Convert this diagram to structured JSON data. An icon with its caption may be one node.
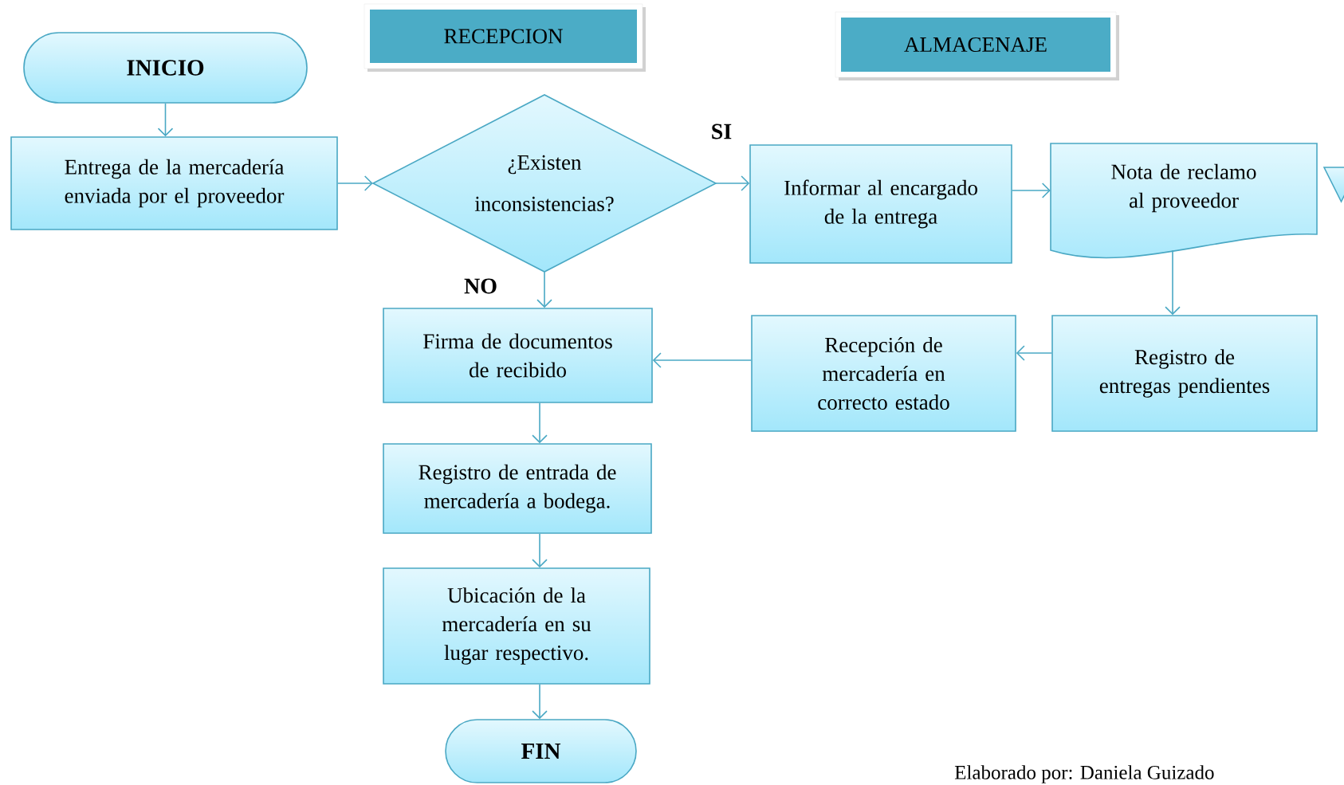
{
  "diagram": {
    "nodes": [
      {
        "text": [
          "INICIO"
        ]
      },
      {
        "text": [
          "RECEPCION"
        ]
      },
      {
        "text": [
          "ALMACENAJE"
        ]
      },
      {
        "text": [
          "Entrega de la mercadería enviada por el proveedor"
        ]
      },
      {
        "text": [
          "¿Existen inconsistencias?"
        ]
      },
      {
        "text": [
          "Informar al encargado de la entrega"
        ]
      },
      {
        "text": [
          "Nota de reclamo al proveedor"
        ]
      },
      {
        "text": [],
        "shape": "triangle"
      },
      {
        "text": [
          "Firma de documentos de recibido"
        ]
      },
      {
        "text": [
          "Recepción de mercadería en correcto estado"
        ]
      },
      {
        "text": [
          "Registro de entregas pendientes"
        ]
      },
      {
        "text": [
          "Registro de entrada de mercadería a bodega."
        ]
      },
      {
        "text": [
          "Ubicación de la mercadería en su lugar respectivo."
        ]
      },
      {
        "text": [
          "FIN"
        ]
      }
    ],
    "edges": [
      {
        "from": 0,
        "to": 3,
        "arrow": "to"
      },
      {
        "from": 3,
        "to": 4,
        "arrow": "to"
      },
      {
        "from": 4,
        "to": 5,
        "arrow": "to",
        "label": "SI"
      },
      {
        "from": 4,
        "to": 8,
        "arrow": "to",
        "label": "NO"
      },
      {
        "from": 5,
        "to": 6,
        "arrow": "to"
      },
      {
        "from": 6,
        "to": 10,
        "arrow": "to"
      },
      {
        "from": 10,
        "to": 9,
        "arrow": "to"
      },
      {
        "from": 9,
        "to": 8,
        "arrow": "to"
      },
      {
        "from": 8,
        "to": 11,
        "arrow": "to"
      },
      {
        "from": 11,
        "to": 12,
        "arrow": "to"
      },
      {
        "from": 12,
        "to": 13,
        "arrow": "to"
      }
    ],
    "labels": [
      "Elaborado por: Daniela Guizado"
    ]
  }
}
